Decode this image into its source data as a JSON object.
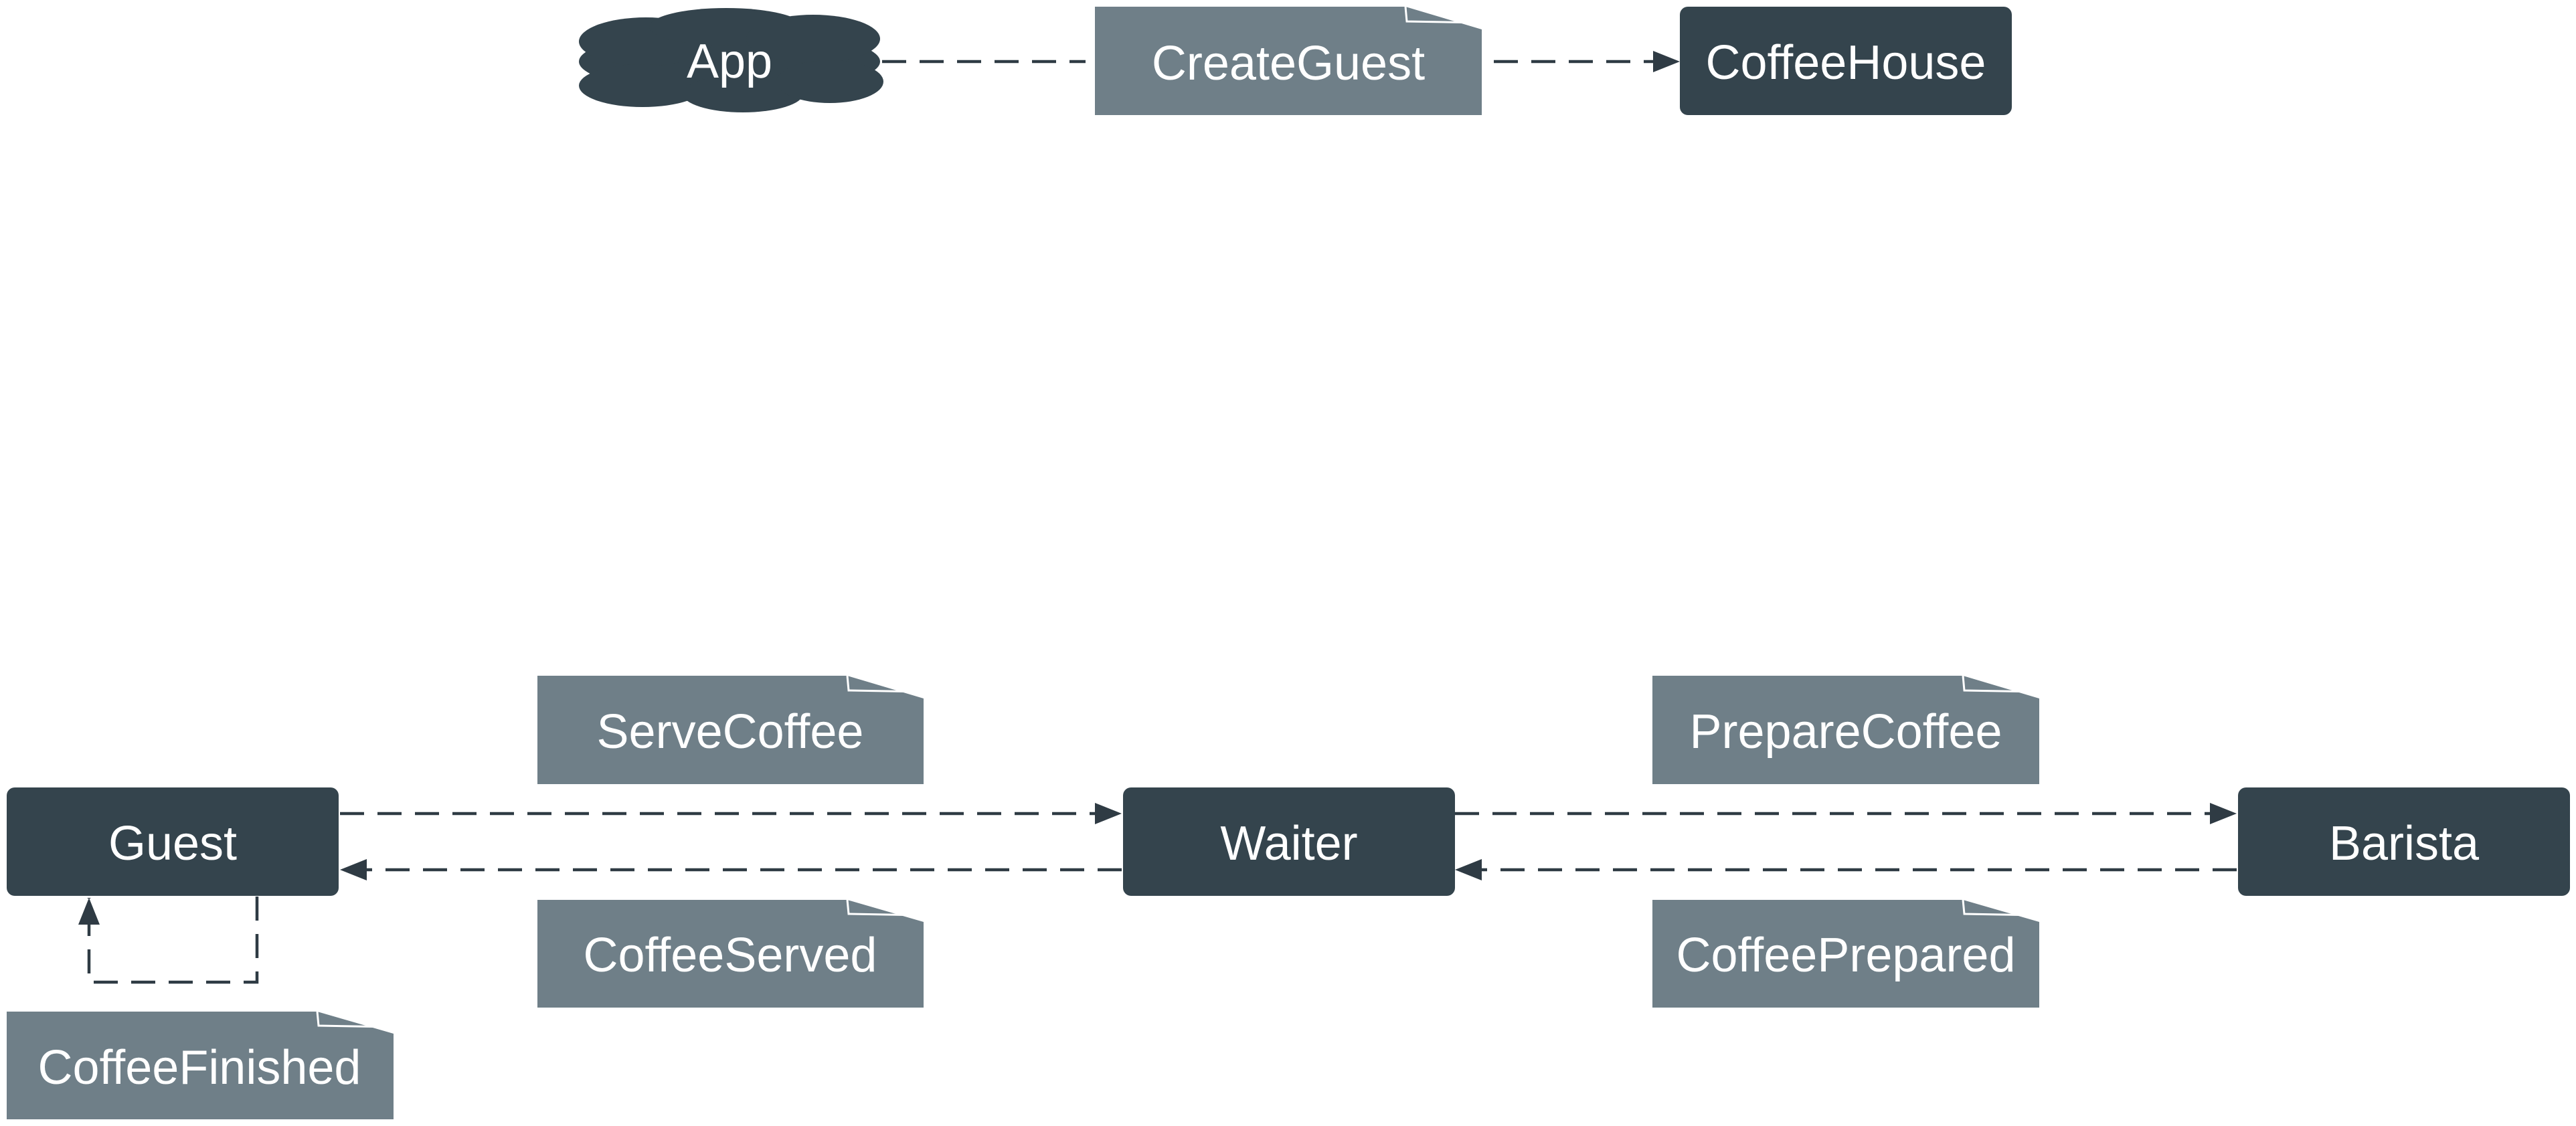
{
  "diagram": {
    "colors": {
      "actor": "#34444d",
      "message": "#6f7f88",
      "edge": "#2f3b44",
      "background": "#ffffff"
    },
    "nodes": {
      "app": "App",
      "coffeehouse": "CoffeeHouse",
      "guest": "Guest",
      "waiter": "Waiter",
      "barista": "Barista"
    },
    "messages": {
      "create_guest": "CreateGuest",
      "serve_coffee": "ServeCoffee",
      "coffee_served": "CoffeeServed",
      "prepare_coffee": "PrepareCoffee",
      "coffee_prepared": "CoffeePrepared",
      "coffee_finished": "CoffeeFinished"
    },
    "edges": [
      {
        "from": "App",
        "to": "CoffeeHouse",
        "message": "CreateGuest"
      },
      {
        "from": "Guest",
        "to": "Waiter",
        "message": "ServeCoffee"
      },
      {
        "from": "Waiter",
        "to": "Guest",
        "message": "CoffeeServed"
      },
      {
        "from": "Waiter",
        "to": "Barista",
        "message": "PrepareCoffee"
      },
      {
        "from": "Barista",
        "to": "Waiter",
        "message": "CoffeePrepared"
      },
      {
        "from": "Guest",
        "to": "Guest",
        "message": "CoffeeFinished"
      }
    ]
  }
}
